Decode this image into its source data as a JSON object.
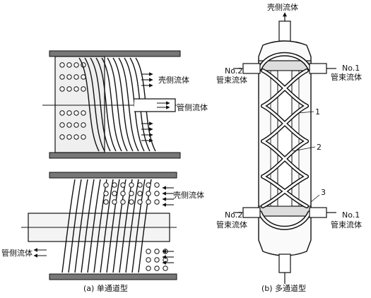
{
  "diagram": {
    "panel_a": {
      "top": {
        "shell_fluid_label": "壳侧流体",
        "tube_fluid_label": "管侧流体"
      },
      "bottom": {
        "shell_fluid_label": "壳侧流体",
        "tube_fluid_label": "管侧流体"
      },
      "caption": "(a) 单通道型"
    },
    "panel_b": {
      "shell_fluid_label": "壳侧流体",
      "no2_top_line1": "No.2",
      "no2_top_line2": "管束流体",
      "no1_top_line1": "No.1",
      "no1_top_line2": "管束流体",
      "no2_bottom_line1": "No.2",
      "no2_bottom_line2": "管束流体",
      "no1_bottom_line1": "No.1",
      "no1_bottom_line2": "管束流体",
      "callout_1": "1",
      "callout_2": "2",
      "callout_3": "3",
      "caption": "(b) 多通道型"
    }
  }
}
